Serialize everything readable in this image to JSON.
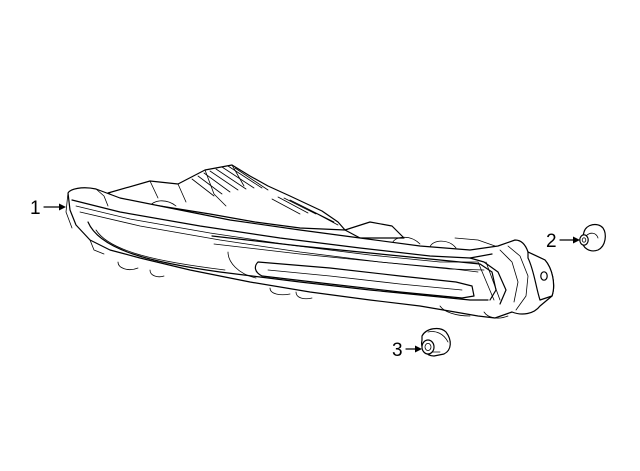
{
  "diagram": {
    "callouts": [
      {
        "id": "1",
        "label": "1"
      },
      {
        "id": "2",
        "label": "2"
      },
      {
        "id": "3",
        "label": "3"
      }
    ],
    "line_color": "#000000",
    "background": "#ffffff"
  }
}
